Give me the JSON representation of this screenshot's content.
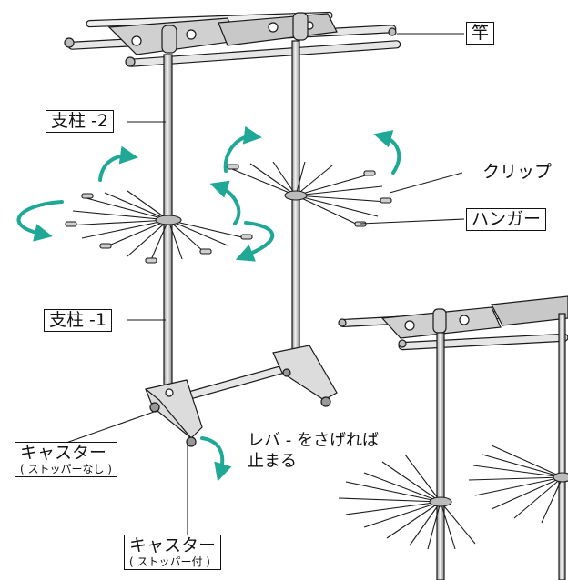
{
  "labels": {
    "pole": "竿",
    "strut2": "支柱 -2",
    "clip": "クリップ",
    "hanger": "ハンガー",
    "strut1": "支柱 -1",
    "caster1_main": "キャスター",
    "caster1_sub": "( ストッパーなし )",
    "lever_line1": "レバ - をさげれば",
    "lever_line2": "止まる",
    "caster2_main": "キャスター",
    "caster2_sub": "( ストッパー付 )"
  },
  "colors": {
    "line": "#1a1a1a",
    "metal": "#d6d6d6",
    "metal_dark": "#8a8a8a",
    "arrow": "#1fa896"
  }
}
